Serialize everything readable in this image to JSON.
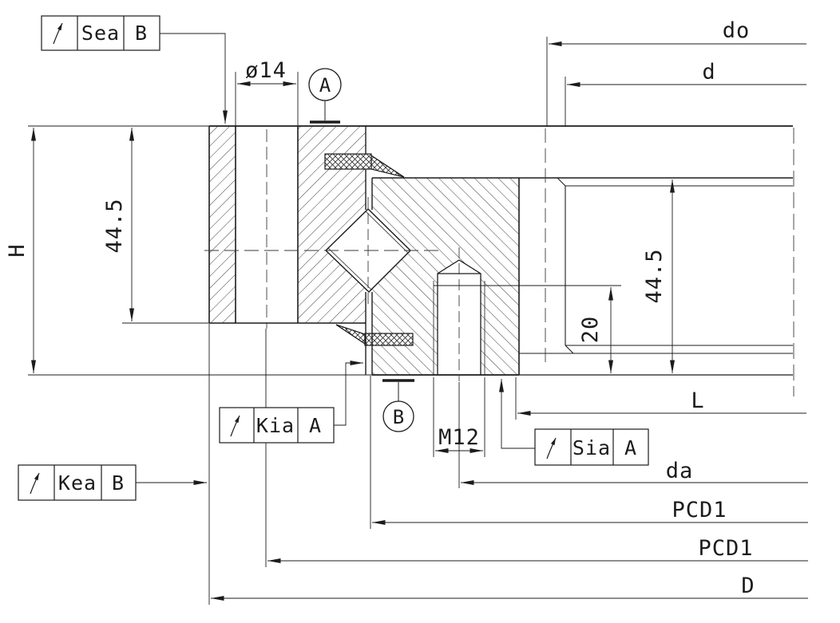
{
  "dims": {
    "hole_dia": "ø14",
    "height_overall": "H",
    "height_inner": "44.5",
    "height_outer": "44.5",
    "depth_20": "20",
    "thread": "M12",
    "len_L": "L",
    "dia_do": "do",
    "dia_d": "d",
    "dia_da": "da",
    "pcd1_roller": "PCD1",
    "pcd1_bolt": "PCD1",
    "dia_D": "D"
  },
  "frames": {
    "sea_b": {
      "symbol": "grind-direction-arrow",
      "label": "Sea",
      "datum": "B"
    },
    "kia_a": {
      "symbol": "grind-direction-arrow",
      "label": "Kia",
      "datum": "A"
    },
    "sia_a": {
      "symbol": "grind-direction-arrow",
      "label": "Sia",
      "datum": "A"
    },
    "kea_b": {
      "symbol": "grind-direction-arrow",
      "label": "Kea",
      "datum": "B"
    }
  },
  "datum_targets": {
    "a": "A",
    "b": "B"
  },
  "colors": {
    "line": "#1c1c1c",
    "background": "#ffffff"
  }
}
